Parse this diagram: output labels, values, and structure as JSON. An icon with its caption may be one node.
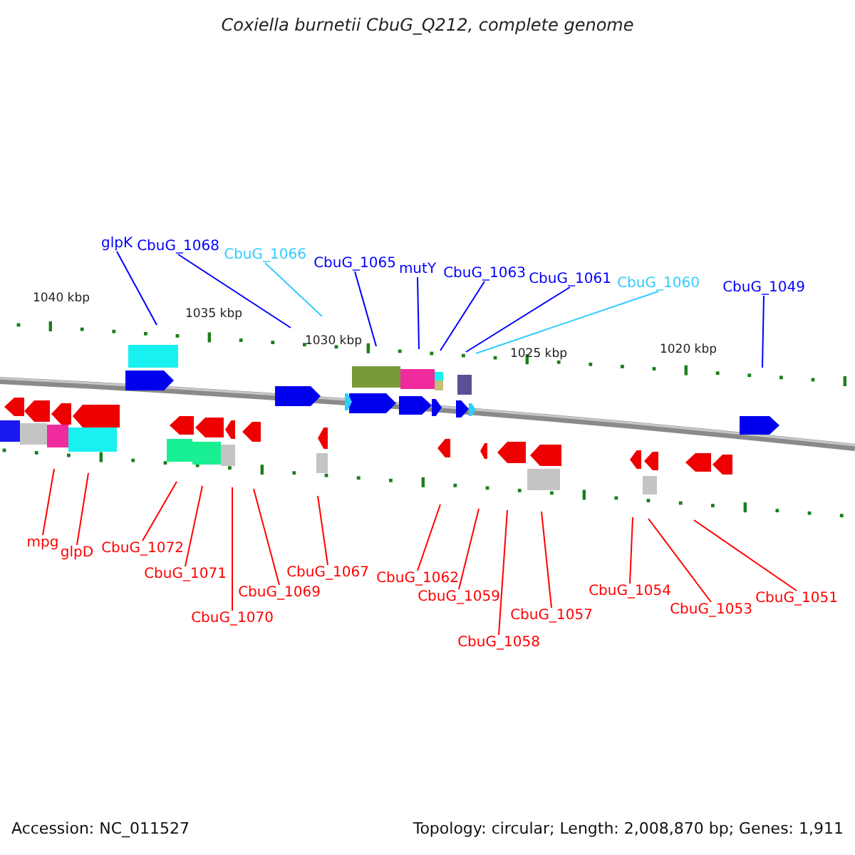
{
  "diagram": {
    "title": "Coxiella burnetii CbuG_Q212, complete genome",
    "nodes": [
      {
        "text": [
          "glpK"
        ]
      },
      {
        "text": [
          "CbuG_1068"
        ]
      },
      {
        "text": [
          "CbuG_1066"
        ]
      },
      {
        "text": [
          "CbuG_1065"
        ]
      },
      {
        "text": [
          "mutY"
        ]
      },
      {
        "text": [
          "CbuG_1063"
        ]
      },
      {
        "text": [
          "CbuG_1061"
        ]
      },
      {
        "text": [
          "CbuG_1060"
        ]
      },
      {
        "text": [
          "CbuG_1049"
        ]
      },
      {
        "text": [
          "mpg"
        ]
      },
      {
        "text": [
          "glpD"
        ]
      },
      {
        "text": [
          "CbuG_1072"
        ]
      },
      {
        "text": [
          "CbuG_1071"
        ]
      },
      {
        "text": [
          "CbuG_1069"
        ]
      },
      {
        "text": [
          "CbuG_1070"
        ]
      },
      {
        "text": [
          "CbuG_1067"
        ]
      },
      {
        "text": [
          "CbuG_1062"
        ]
      },
      {
        "text": [
          "CbuG_1059"
        ]
      },
      {
        "text": [
          "CbuG_1057"
        ]
      },
      {
        "text": [
          "CbuG_1058"
        ]
      },
      {
        "text": [
          "CbuG_1054"
        ]
      },
      {
        "text": [
          "CbuG_1053"
        ]
      },
      {
        "text": [
          "CbuG_1051"
        ]
      }
    ],
    "edges": [
      {
        "from": 0,
        "to": null,
        "arrow": "none",
        "color": "#0000ff"
      },
      {
        "from": 1,
        "to": null,
        "arrow": "none",
        "color": "#0000ff"
      },
      {
        "from": 2,
        "to": null,
        "arrow": "none",
        "color": "#33ccff"
      },
      {
        "from": 3,
        "to": null,
        "arrow": "none",
        "color": "#0000ff"
      },
      {
        "from": 4,
        "to": null,
        "arrow": "none",
        "color": "#0000ff"
      },
      {
        "from": 5,
        "to": null,
        "arrow": "none",
        "color": "#0000ff"
      },
      {
        "from": 6,
        "to": null,
        "arrow": "none",
        "color": "#0000ff"
      },
      {
        "from": 7,
        "to": null,
        "arrow": "none",
        "color": "#33ccff"
      },
      {
        "from": 8,
        "to": null,
        "arrow": "none",
        "color": "#0000ff"
      },
      {
        "from": 9,
        "to": null,
        "arrow": "none"
      },
      {
        "from": 10,
        "to": null,
        "arrow": "none"
      },
      {
        "from": 11,
        "to": null,
        "arrow": "none"
      },
      {
        "from": 12,
        "to": null,
        "arrow": "none"
      },
      {
        "from": 13,
        "to": null,
        "arrow": "none"
      },
      {
        "from": 14,
        "to": null,
        "arrow": "none"
      },
      {
        "from": 15,
        "to": null,
        "arrow": "none"
      },
      {
        "from": 16,
        "to": null,
        "arrow": "none"
      },
      {
        "from": 17,
        "to": null,
        "arrow": "none"
      },
      {
        "from": 18,
        "to": null,
        "arrow": "none"
      },
      {
        "from": 19,
        "to": null,
        "arrow": "none"
      },
      {
        "from": 20,
        "to": null,
        "arrow": "none"
      },
      {
        "from": 21,
        "to": null,
        "arrow": "none"
      },
      {
        "from": 22,
        "to": null,
        "arrow": "none"
      }
    ],
    "labels": [
      "1040 kbp",
      "1035 kbp",
      "1030 kbp",
      "1025 kbp",
      "1020 kbp",
      "Accession: NC_011527",
      "Topology: circular; Length: 2,008,870 bp; Genes: 1,911"
    ]
  }
}
